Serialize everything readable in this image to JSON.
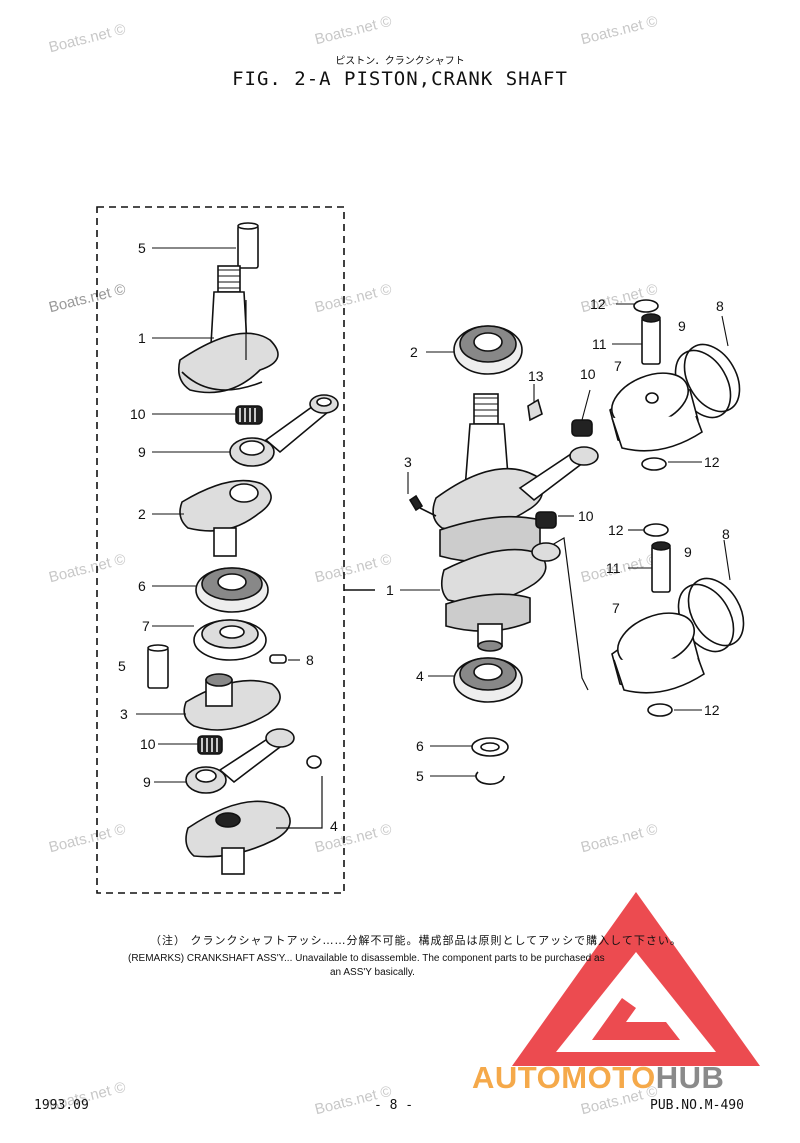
{
  "watermark": "Boats.net ©",
  "header": {
    "japanese_title": "ピストン．クランクシャフト",
    "figure_title": "FIG.  2-A PISTON,CRANK SHAFT"
  },
  "callouts": {
    "left_5_top": "5",
    "left_1": "1",
    "left_10_top": "10",
    "left_9_top": "9",
    "left_2": "2",
    "left_6": "6",
    "left_7": "7",
    "left_5_mid": "5",
    "left_8": "8",
    "left_3": "3",
    "left_10_bot": "10",
    "left_9_bot": "9",
    "left_4": "4",
    "center_2": "2",
    "center_13": "13",
    "center_3": "3",
    "center_1": "1",
    "center_4": "4",
    "center_6": "6",
    "center_5": "5",
    "right_12_a": "12",
    "right_8_a": "8",
    "right_11_a": "11",
    "right_9_a": "9",
    "right_7_a": "7",
    "right_10_a": "10",
    "right_12_b": "12",
    "right_10_b": "10",
    "right_12_c": "12",
    "right_8_b": "8",
    "right_11_b": "11",
    "right_9_b": "9",
    "right_7_b": "7",
    "right_12_d": "12"
  },
  "remarks": {
    "japanese": "（注） クランクシャフトアッシ……分解不可能。構成部品は原則としてアッシで購入して下さい。",
    "english_line1": "(REMARKS)   CRANKSHAFT ASS'Y... Unavailable to disassemble. The component parts to be purchased as",
    "english_line2": "an ASS'Y basically."
  },
  "footer": {
    "date": "1993.09",
    "page": "- 8 -",
    "pub_no": "PUB.NO.M-490"
  },
  "logo": {
    "part1": "AUTOMOTO",
    "part2": "HUB",
    "color_orange": "#f5a94a",
    "color_gray": "#8a8a8a",
    "color_red": "#e8232a"
  }
}
